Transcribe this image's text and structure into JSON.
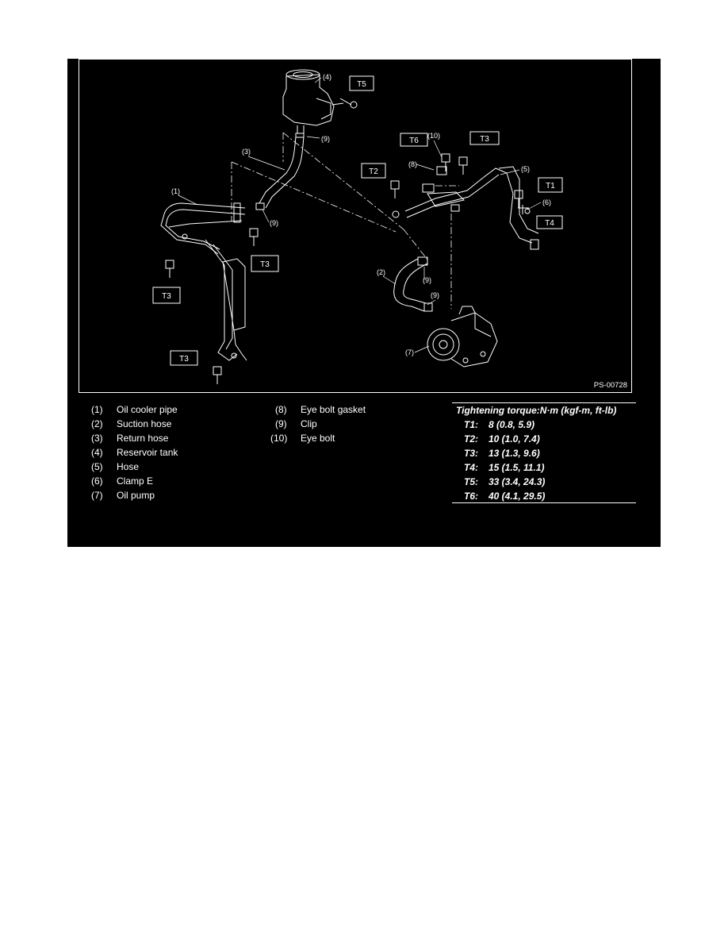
{
  "figure": {
    "code": "PS-00728",
    "callouts": [
      "(1)",
      "(2)",
      "(3)",
      "(4)",
      "(5)",
      "(6)",
      "(7)",
      "(8)",
      "(9)",
      "(10)"
    ],
    "torque_tags": [
      "T1",
      "T2",
      "T3",
      "T4",
      "T5",
      "T6"
    ]
  },
  "legend_left": [
    {
      "num": "(1)",
      "name": "Oil cooler pipe"
    },
    {
      "num": "(2)",
      "name": "Suction hose"
    },
    {
      "num": "(3)",
      "name": "Return hose"
    },
    {
      "num": "(4)",
      "name": "Reservoir tank"
    },
    {
      "num": "(5)",
      "name": "Hose"
    },
    {
      "num": "(6)",
      "name": "Clamp E"
    },
    {
      "num": "(7)",
      "name": "Oil pump"
    }
  ],
  "legend_mid": [
    {
      "num": "(8)",
      "name": "Eye bolt gasket"
    },
    {
      "num": "(9)",
      "name": "Clip"
    },
    {
      "num": "(10)",
      "name": "Eye bolt"
    }
  ],
  "torque": {
    "title": "Tightening torque:N·m (kgf-m, ft-lb)",
    "rows": [
      {
        "key": "T1:",
        "value": "8 (0.8, 5.9)"
      },
      {
        "key": "T2:",
        "value": "10 (1.0, 7.4)"
      },
      {
        "key": "T3:",
        "value": "13 (1.3, 9.6)"
      },
      {
        "key": "T4:",
        "value": "15 (1.5, 11.1)"
      },
      {
        "key": "T5:",
        "value": "33 (3.4, 24.3)"
      },
      {
        "key": "T6:",
        "value": "40 (4.1, 29.5)"
      }
    ]
  },
  "colors": {
    "panel": "#000000",
    "ink": "#ffffff"
  }
}
